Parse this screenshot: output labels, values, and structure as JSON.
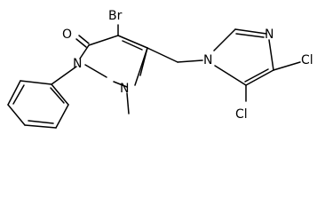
{
  "atoms": {
    "o": "O",
    "br": "Br",
    "n1": "N",
    "n2": "N",
    "n3": "N",
    "n4": "N",
    "cl1": "Cl",
    "cl2": "Cl"
  },
  "colors": {
    "bond": "#000000",
    "text": "#000000",
    "background": "#ffffff"
  }
}
